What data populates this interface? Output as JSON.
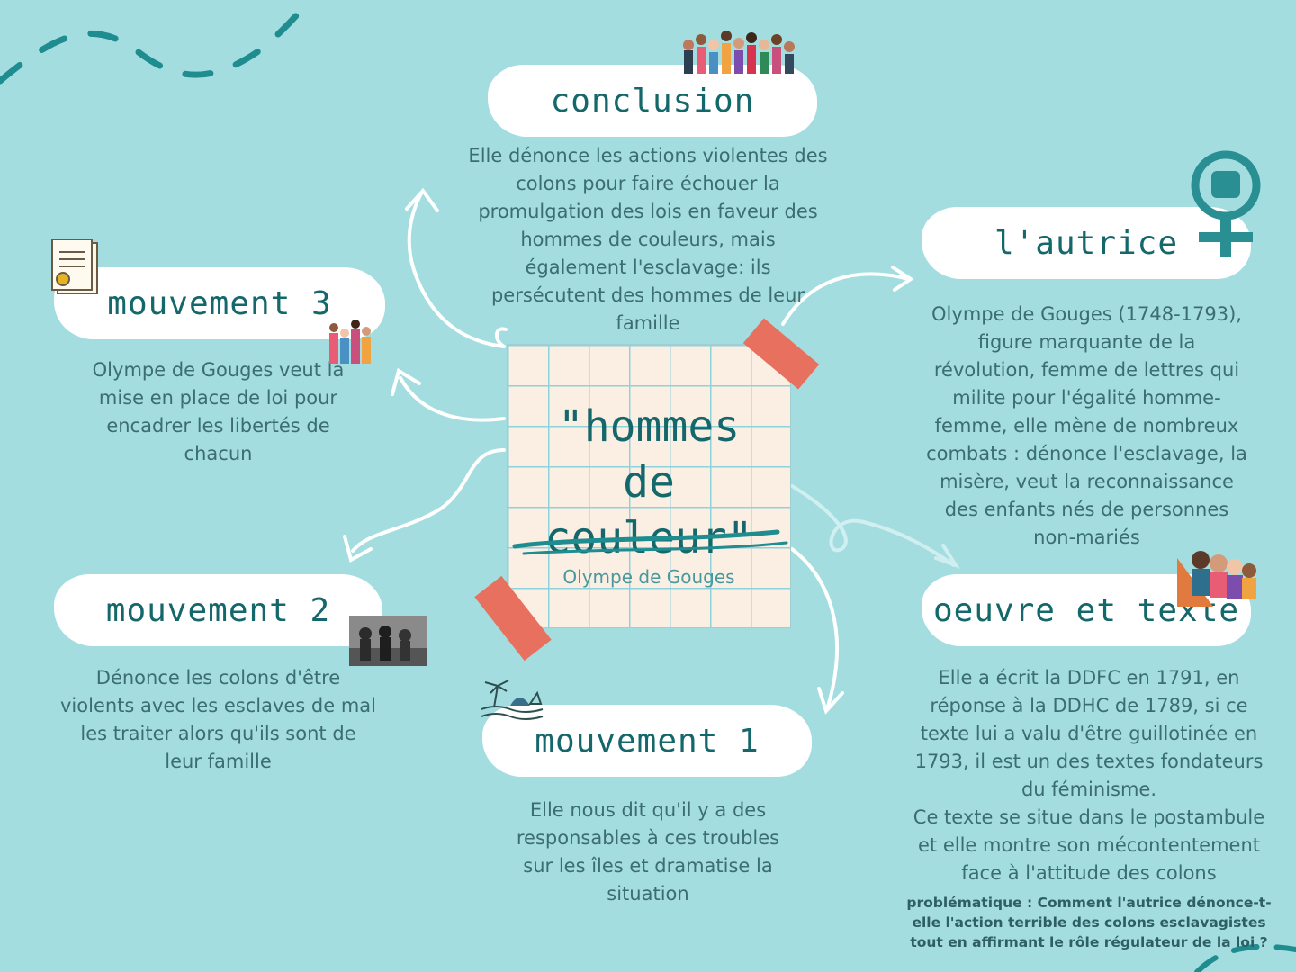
{
  "center": {
    "title": "\"hommes\nde couleur\"",
    "subtitle": "Olympe de Gouges"
  },
  "conclusion": {
    "title": "conclusion",
    "text": "Elle dénonce les actions violentes des\ncolons pour faire échouer la\npromulgation des lois en faveur des\nhommes de couleurs, mais\négalement l'esclavage: ils\npersécutent des hommes de leur\nfamille"
  },
  "autrice": {
    "title": "l'autrice",
    "text": "Olympe de Gouges (1748-1793),\nfigure marquante de la\nrévolution, femme de lettres qui\nmilite pour l'égalité homme-\nfemme, elle mène de nombreux\ncombats : dénonce l'esclavage, la\nmisère, veut la reconnaissance\ndes enfants nés de personnes\nnon-mariés"
  },
  "oeuvre": {
    "title": "oeuvre et texte",
    "text": "Elle a écrit la DDFC en 1791, en\nréponse à la DDHC de 1789, si ce\ntexte lui a valu d'être guillotinée en\n1793, il est un des textes fondateurs\ndu féminisme.\nCe texte se situe dans le postambule\net elle montre son mécontentement\nface à l'attitude des colons",
    "problematique": "problématique : Comment l'autrice dénonce-t-elle l'action terrible des colons esclavagistes tout en affirmant le rôle régulateur de la loi ?"
  },
  "mouvement1": {
    "title": "mouvement 1",
    "text": "Elle nous dit qu'il y a des\nresponsables à ces troubles\nsur les îles et dramatise la\nsituation"
  },
  "mouvement2": {
    "title": "mouvement 2",
    "text": "Dénonce les colons d'être\nviolents avec les esclaves de mal\nles traiter alors qu'ils sont de\nleur famille"
  },
  "mouvement3": {
    "title": "mouvement 3",
    "text": "Olympe de Gouges veut la\nmise en place de loi pour\nencadrer les libertés de\nchacun"
  },
  "colors": {
    "background": "#a3dde0",
    "title": "#14676a",
    "tape": "#e8705e",
    "note": "#fbeee3"
  }
}
